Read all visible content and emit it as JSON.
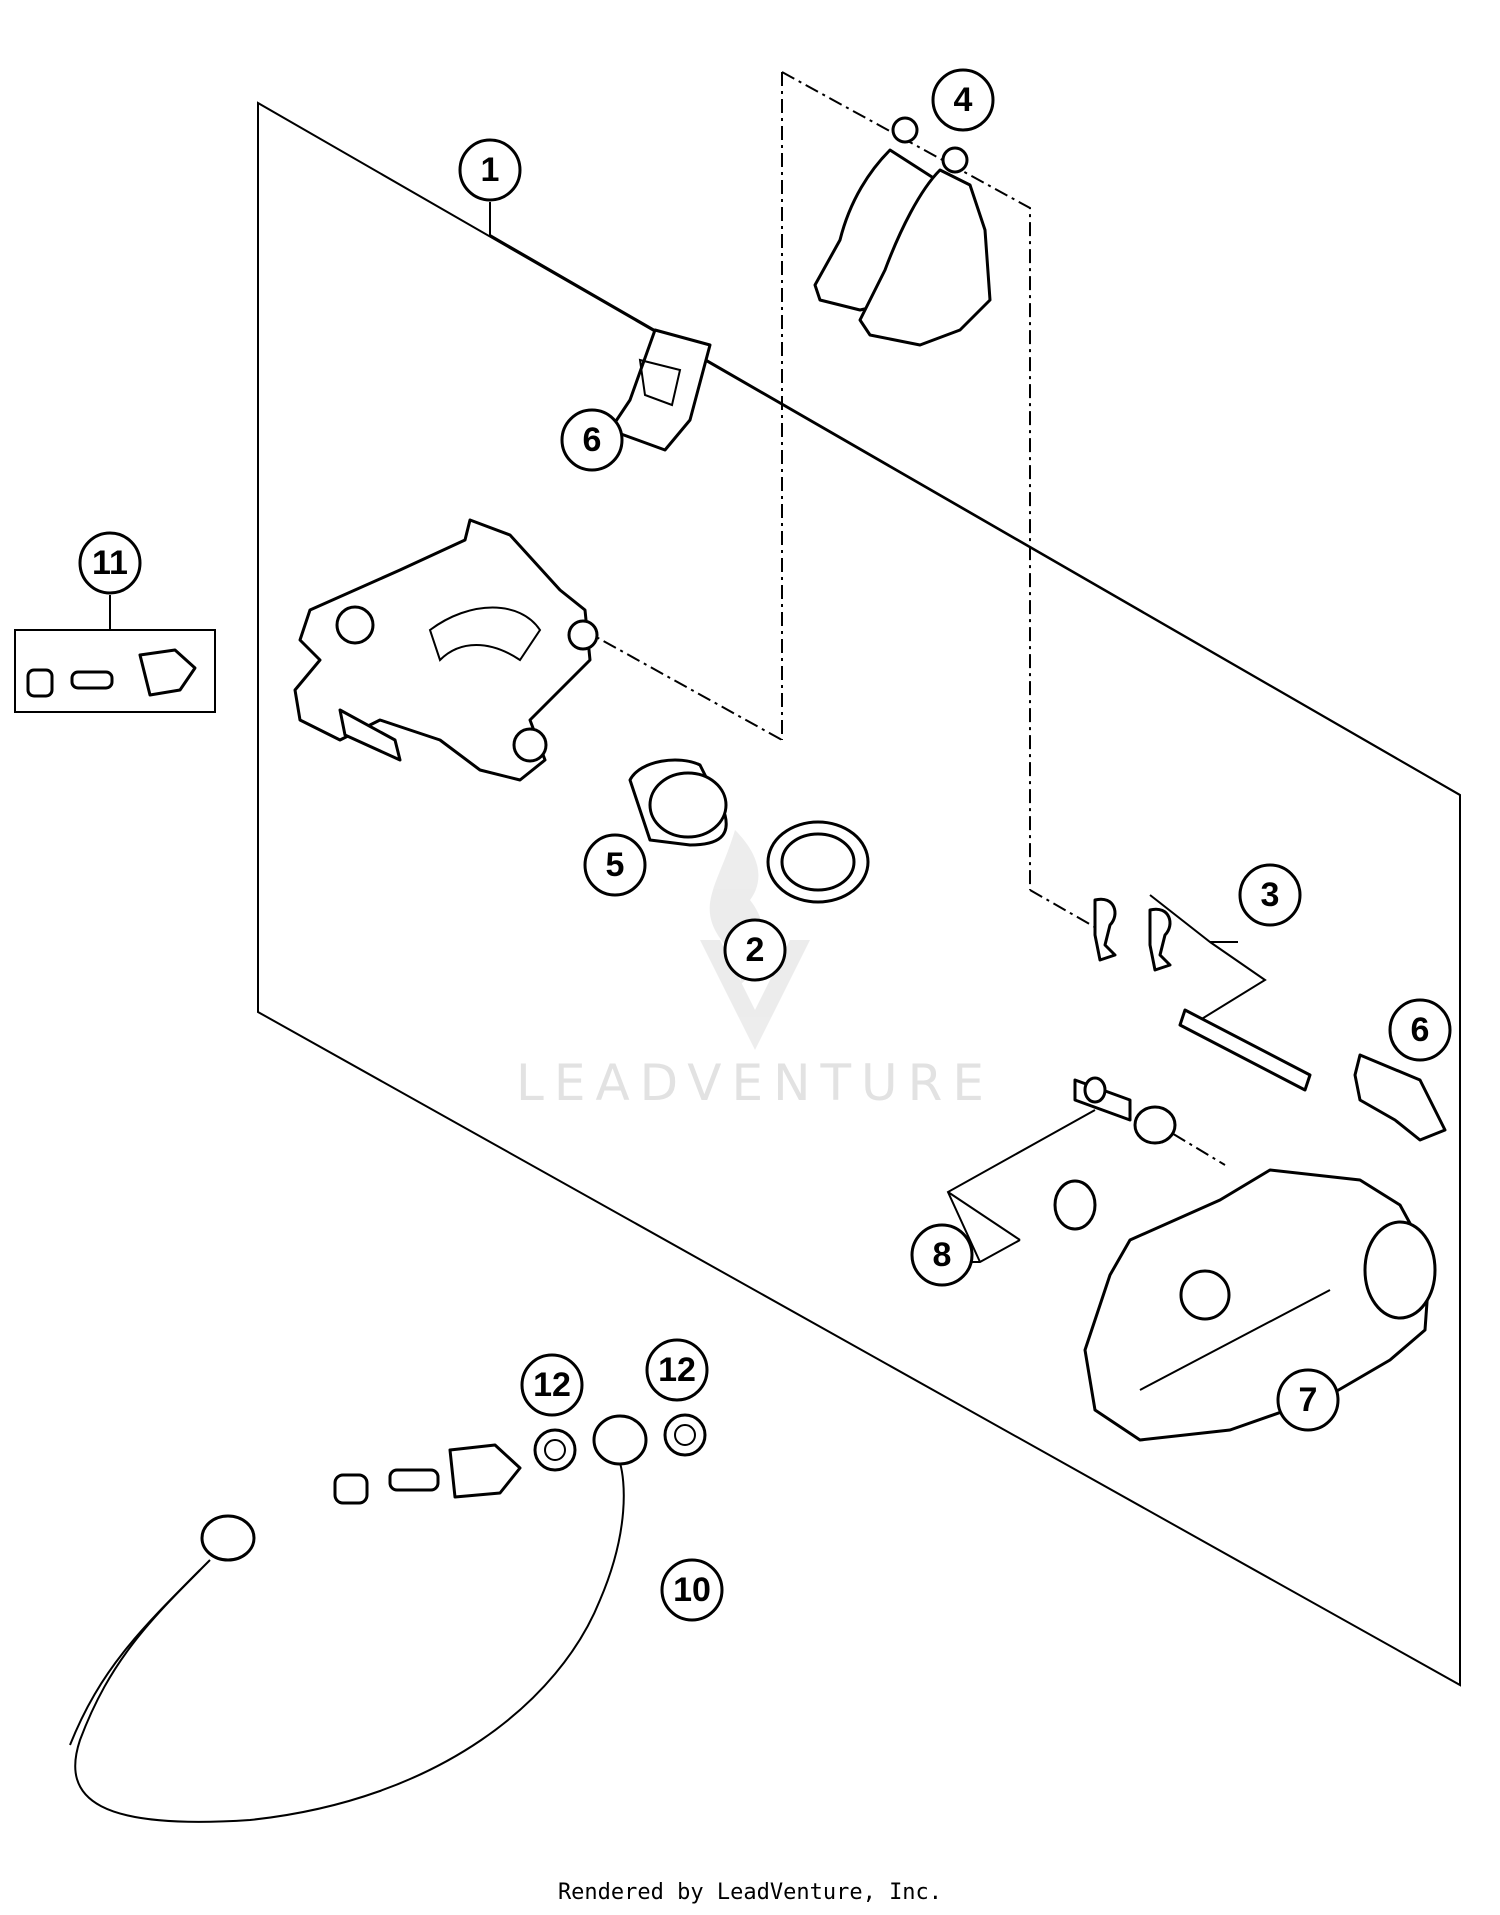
{
  "callouts": {
    "c1": "1",
    "c2": "2",
    "c3": "3",
    "c4": "4",
    "c5": "5",
    "c6a": "6",
    "c6b": "6",
    "c7": "7",
    "c8": "8",
    "c10": "10",
    "c11": "11",
    "c12a": "12",
    "c12b": "12"
  },
  "watermark": {
    "text": "LEADVENTURE"
  },
  "footer": {
    "text": "Rendered by LeadVenture, Inc."
  }
}
